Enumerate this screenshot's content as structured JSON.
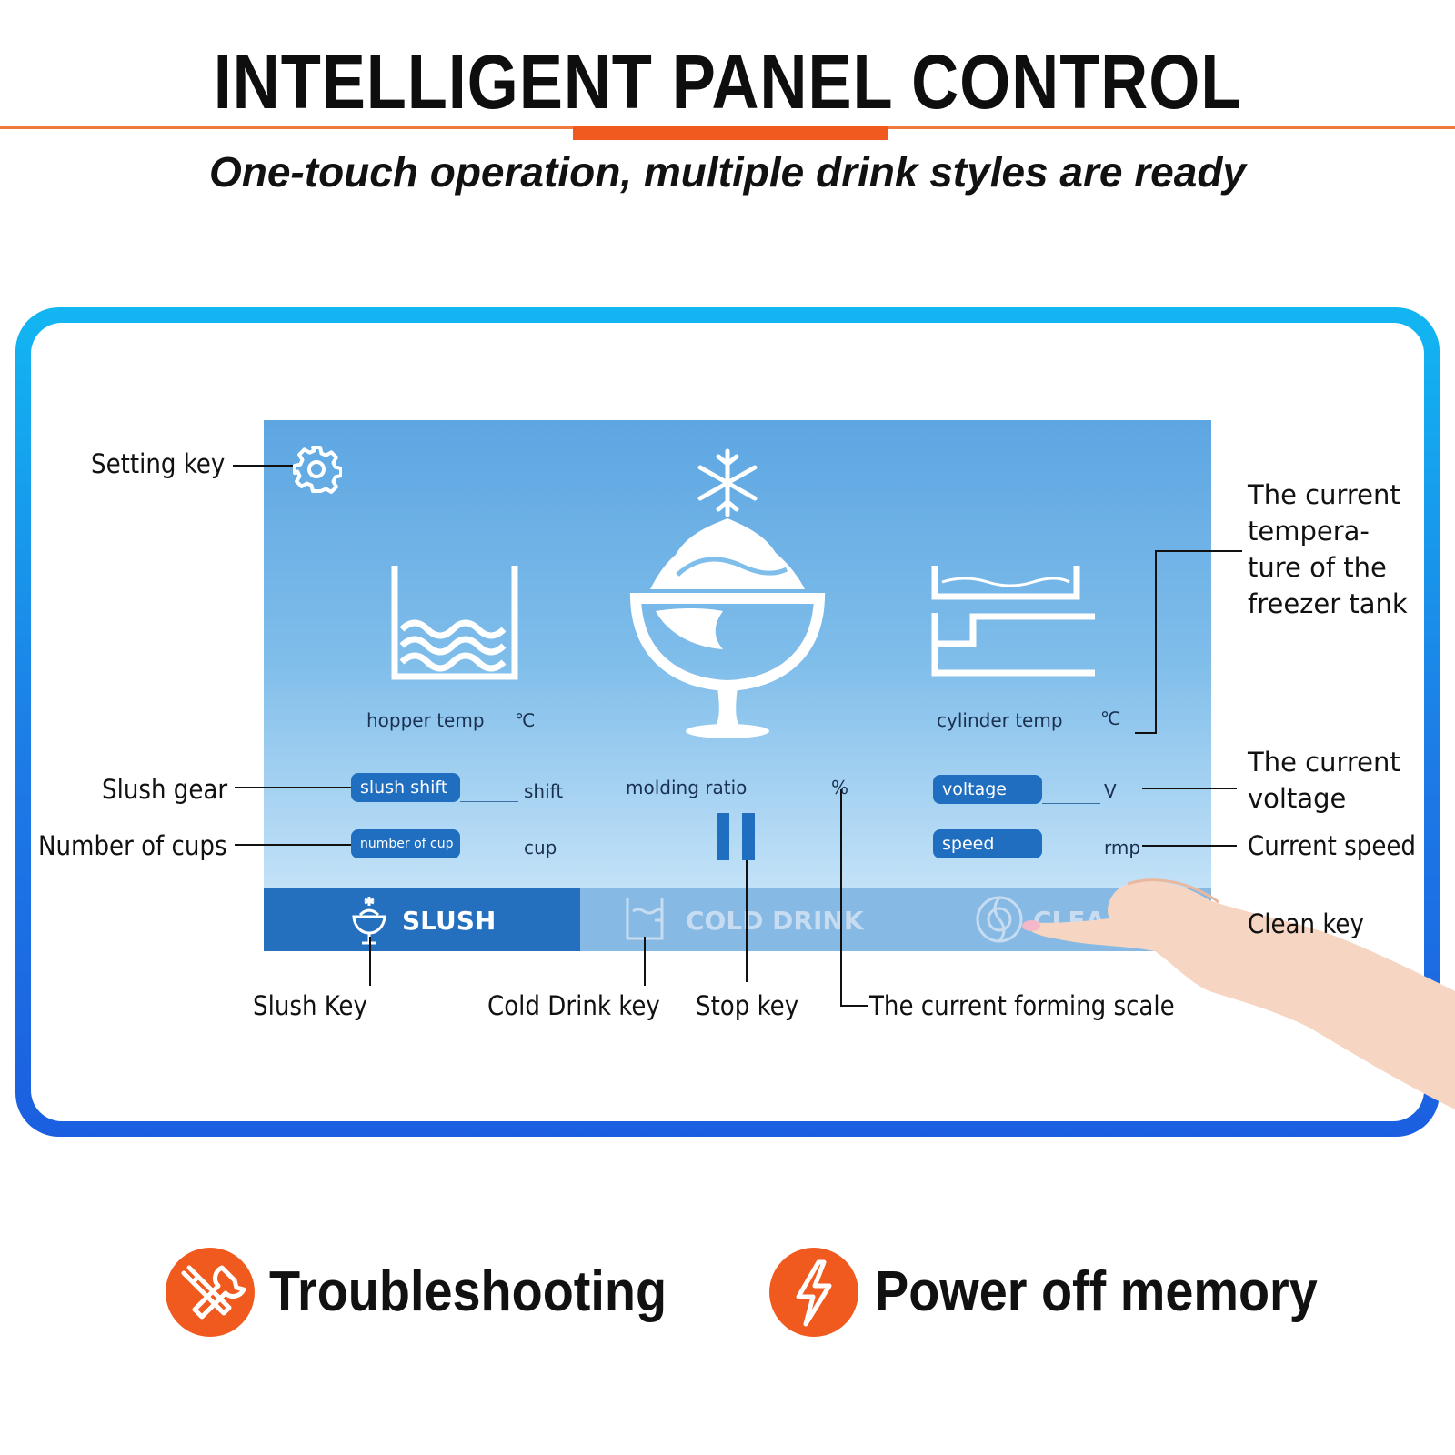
{
  "header": {
    "title": "INTELLIGENT PANEL CONTROL",
    "subtitle": "One-touch operation, multiple drink styles are ready"
  },
  "colors": {
    "accent_orange": "#f15a1e",
    "frame_blue": "#1d7be6",
    "screen_blue": "#5da6e2",
    "slush_button": "#246fbe"
  },
  "screen": {
    "hopper_label": "hopper temp",
    "hopper_unit": "℃",
    "cylinder_label": "cylinder temp",
    "cylinder_unit": "℃",
    "slush_shift_label": "slush shift",
    "slush_shift_unit": "shift",
    "number_of_cup_label": "number of cup",
    "number_of_cup_unit": "cup",
    "molding_ratio_label": "molding ratio",
    "molding_ratio_unit": "%",
    "voltage_label": "voltage",
    "voltage_unit": "V",
    "speed_label": "speed",
    "speed_unit": "rmp",
    "slush_button": "SLUSH",
    "cold_drink_button": "COLD DRINK",
    "clean_button": "CLEA",
    "icons": [
      "gear-icon",
      "hopper-tank-icon",
      "slush-cup-icon",
      "cylinder-icon",
      "pause-icon",
      "clean-icon"
    ]
  },
  "callouts": {
    "setting_key": "Setting key",
    "slush_gear": "Slush gear",
    "number_of_cups": "Number of cups",
    "freezer_tank_lines": [
      "The current",
      "tempera-",
      "ture of the",
      "freezer tank"
    ],
    "voltage_lines": [
      "The current",
      "voltage"
    ],
    "current_speed": "Current speed",
    "clean_key": "Clean key",
    "slush_key": "Slush Key",
    "cold_drink_key": "Cold Drink key",
    "stop_key": "Stop key",
    "forming_scale": "The current forming scale"
  },
  "features": [
    {
      "label": "Troubleshooting",
      "icon": "tools-icon"
    },
    {
      "label": "Power off memory",
      "icon": "lightning-icon"
    }
  ]
}
